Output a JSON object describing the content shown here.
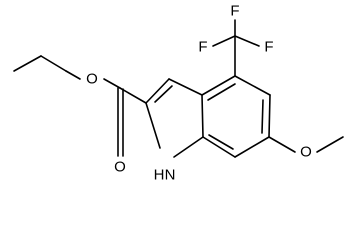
{
  "molecule": {
    "atoms": {
      "fluorine_1": "F",
      "fluorine_2": "F",
      "fluorine_3": "F",
      "oxygen_ester_single": "O",
      "oxygen_ester_double": "O",
      "oxygen_methoxy": "O",
      "nitrogen_h": "H",
      "nitrogen_n": "N"
    }
  }
}
